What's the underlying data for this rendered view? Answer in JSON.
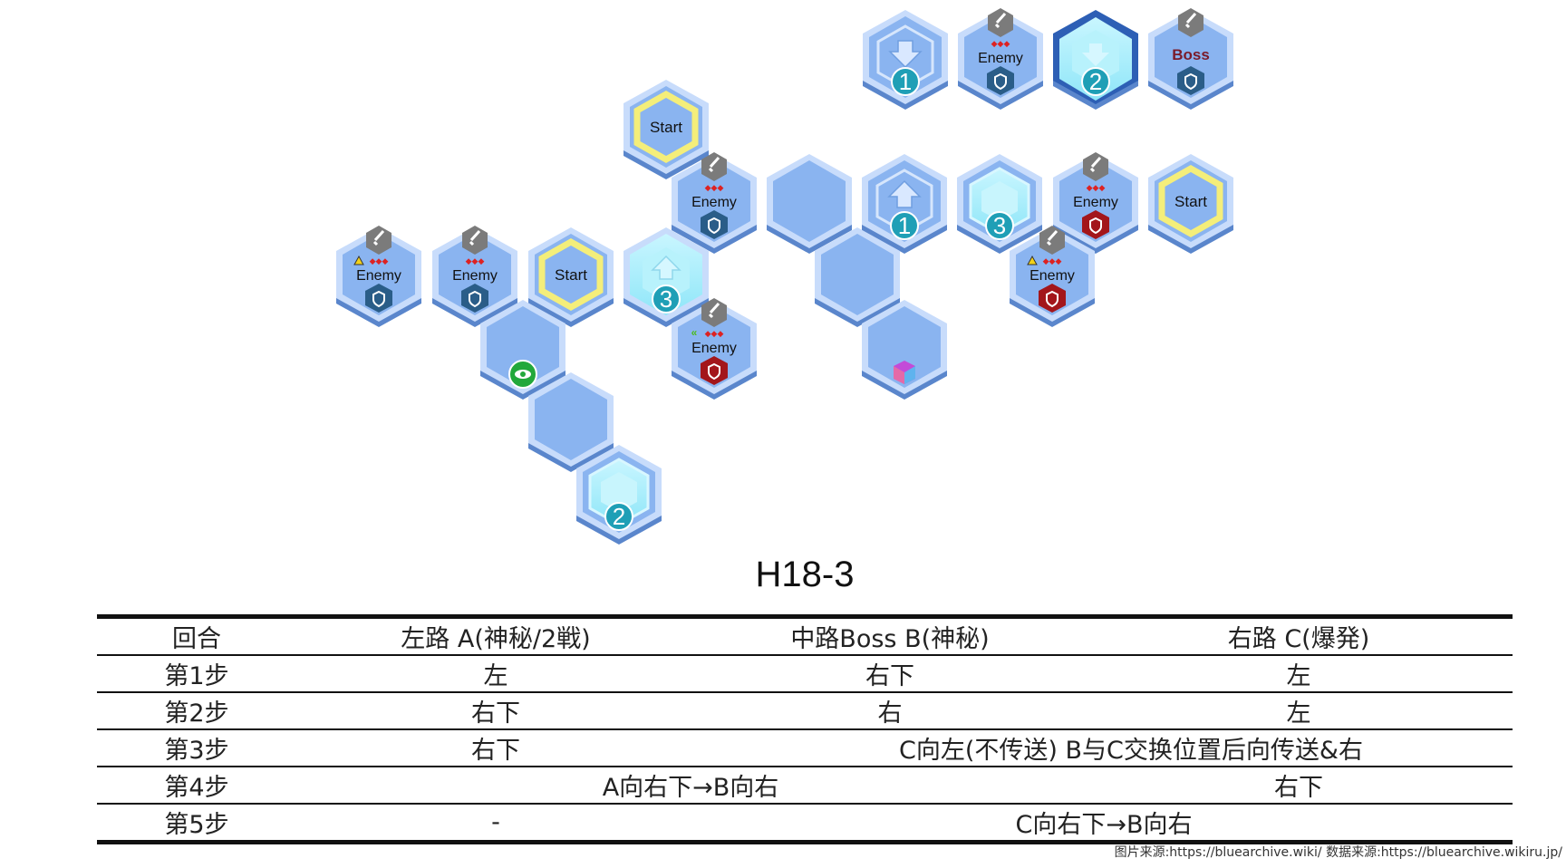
{
  "stage_title": "H18-3",
  "colors": {
    "tile": "#8ab4f0",
    "tile_border": "#c8dcfb",
    "start_ring": "#f4ee7a",
    "portal": "#a8eefb",
    "badge_teal": "#1f9fb6",
    "shield_blue": "#2a5d88",
    "shield_red": "#a3161b"
  },
  "tiles": [
    {
      "id": "top-1",
      "type": "portal-down",
      "number": "1"
    },
    {
      "id": "top-enemy",
      "type": "enemy",
      "label": "Enemy",
      "shield": "blue"
    },
    {
      "id": "top-2",
      "type": "portal",
      "number": "2"
    },
    {
      "id": "boss",
      "type": "enemy",
      "label": "Boss",
      "shield": "blue"
    },
    {
      "id": "start-top",
      "type": "start",
      "label": "Start"
    },
    {
      "id": "enemy-mid",
      "type": "enemy",
      "label": "Enemy",
      "shield": "blue"
    },
    {
      "id": "plain-a",
      "type": "plain"
    },
    {
      "id": "up-1",
      "type": "portal-up",
      "number": "1"
    },
    {
      "id": "portal-3-right",
      "type": "portal",
      "number": "3"
    },
    {
      "id": "enemy-right",
      "type": "enemy",
      "label": "Enemy",
      "shield": "red"
    },
    {
      "id": "start-right",
      "type": "start",
      "label": "Start"
    },
    {
      "id": "enemy-left",
      "type": "enemy",
      "label": "Enemy",
      "shield": "blue",
      "warning": true
    },
    {
      "id": "enemy-left2",
      "type": "enemy",
      "label": "Enemy",
      "shield": "blue"
    },
    {
      "id": "start-left",
      "type": "start",
      "label": "Start"
    },
    {
      "id": "up-3",
      "type": "portal-up",
      "number": "3"
    },
    {
      "id": "plain-b",
      "type": "plain"
    },
    {
      "id": "enemy-right2",
      "type": "enemy",
      "label": "Enemy",
      "shield": "red",
      "warning": true
    },
    {
      "id": "plain-eye",
      "type": "plain",
      "icon": "eye"
    },
    {
      "id": "enemy-lower",
      "type": "enemy",
      "label": "Enemy",
      "shield": "red",
      "speed": true
    },
    {
      "id": "plain-cube",
      "type": "plain",
      "icon": "cube"
    },
    {
      "id": "plain-c",
      "type": "plain"
    },
    {
      "id": "portal-2-bottom",
      "type": "portal",
      "number": "2"
    }
  ],
  "table": {
    "header": {
      "round": "回合",
      "left": "左路 A(神秘/2戦)",
      "mid": "中路Boss B(神秘)",
      "right": "右路 C(爆発)"
    },
    "rows": [
      {
        "step": "第1步",
        "left": "左",
        "mid": "右下",
        "right": "左"
      },
      {
        "step": "第2步",
        "left": "右下",
        "mid": "右",
        "right": "左"
      },
      {
        "step": "第3步",
        "left": "右下",
        "merged": "C向左(不传送) B与C交换位置后向传送&右"
      },
      {
        "step": "第4步",
        "merged": "A向右下→B向右",
        "right": "右下"
      },
      {
        "step": "第5步",
        "left": "-",
        "merged": "C向右下→B向右"
      }
    ]
  },
  "credit": "图片来源:https://bluearchive.wiki/    数据来源:https://bluearchive.wikiru.jp/"
}
